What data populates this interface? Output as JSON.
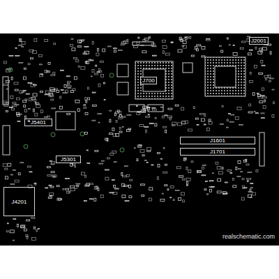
{
  "diagram": {
    "nodes": [
      {
        "text": [
          "J2001"
        ]
      },
      {
        "text": [
          "J700"
        ]
      },
      {
        "text": [
          "J5401"
        ]
      },
      {
        "text": [
          "J1601"
        ]
      },
      {
        "text": [
          "J1701"
        ]
      },
      {
        "text": [
          "J5301"
        ]
      },
      {
        "text": [
          "J4201"
        ]
      }
    ],
    "labels": [
      "realschematic.com"
    ]
  }
}
